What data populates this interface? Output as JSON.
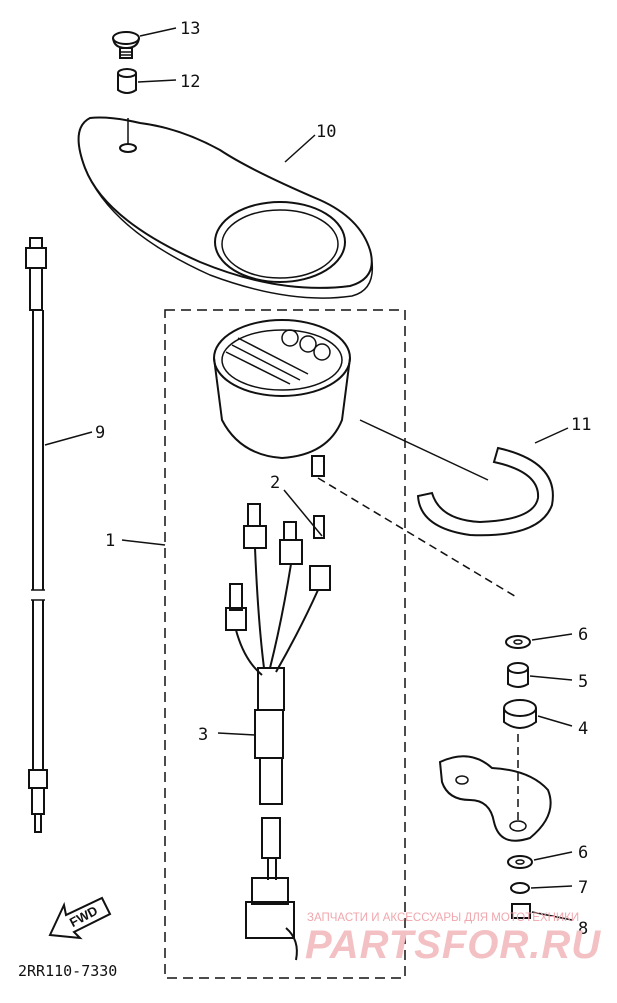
{
  "diagram": {
    "part_code": "2RR110-7330",
    "fwd_label": "FWD",
    "callouts": {
      "c1": "1",
      "c2": "2",
      "c3": "3",
      "c4": "4",
      "c5": "5",
      "c6a": "6",
      "c6b": "6",
      "c7": "7",
      "c8": "8",
      "c9": "9",
      "c10": "10",
      "c11": "11",
      "c12": "12",
      "c13": "13"
    }
  },
  "watermark": {
    "caption": "ЗАПЧАСТИ И АКСЕССУАРЫ ДЛЯ МОТОТЕХНИКИ",
    "logo_text": "PARTSFOR.RU"
  }
}
